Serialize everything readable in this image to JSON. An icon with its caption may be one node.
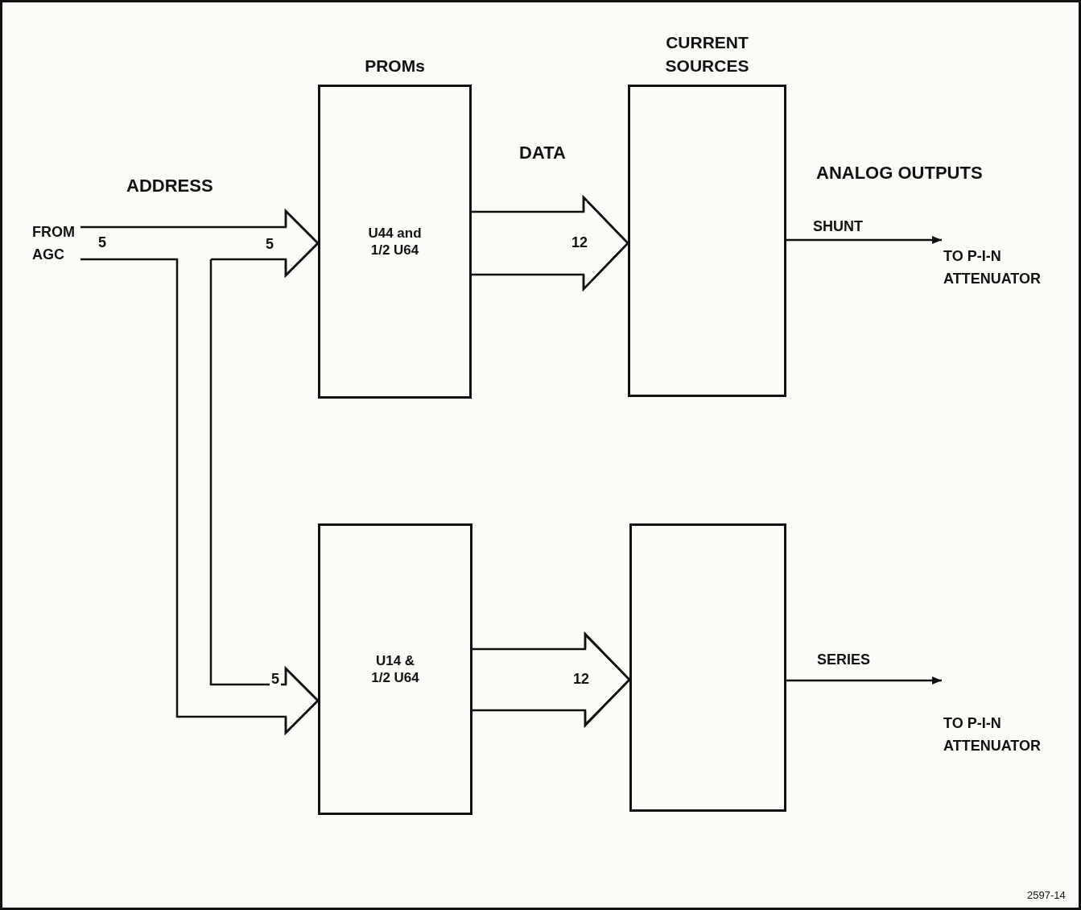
{
  "diagram": {
    "nodes": [
      {
        "text": [
          "FROM AGC"
        ]
      },
      {
        "text": [
          "PROMs",
          "U44 and 1/2 U64"
        ]
      },
      {
        "text": [
          "CURRENT SOURCES"
        ]
      },
      {
        "text": [
          "U14 & 1/2 U64"
        ]
      },
      {
        "text": [],
        "shape": "box"
      },
      {
        "text": [
          "TO P-I-N ATTENUATOR"
        ]
      },
      {
        "text": [
          "TO P-I-N ATTENUATOR"
        ]
      }
    ],
    "edges": [
      {
        "from": 0,
        "to": 1,
        "arrow": "to",
        "label": "5"
      },
      {
        "from": 0,
        "to": 3,
        "arrow": "to",
        "label": "5"
      },
      {
        "from": 1,
        "to": 2,
        "arrow": "to",
        "label": "12"
      },
      {
        "from": 3,
        "to": 4,
        "arrow": "to",
        "label": "12"
      },
      {
        "from": 2,
        "to": 5,
        "arrow": "to",
        "label": "SHUNT"
      },
      {
        "from": 4,
        "to": 6,
        "arrow": "to",
        "label": "SERIES"
      }
    ],
    "labels": [
      "DATA",
      "ANALOG OUTPUTS",
      "ADDRESS",
      "5",
      "2597-14"
    ]
  }
}
